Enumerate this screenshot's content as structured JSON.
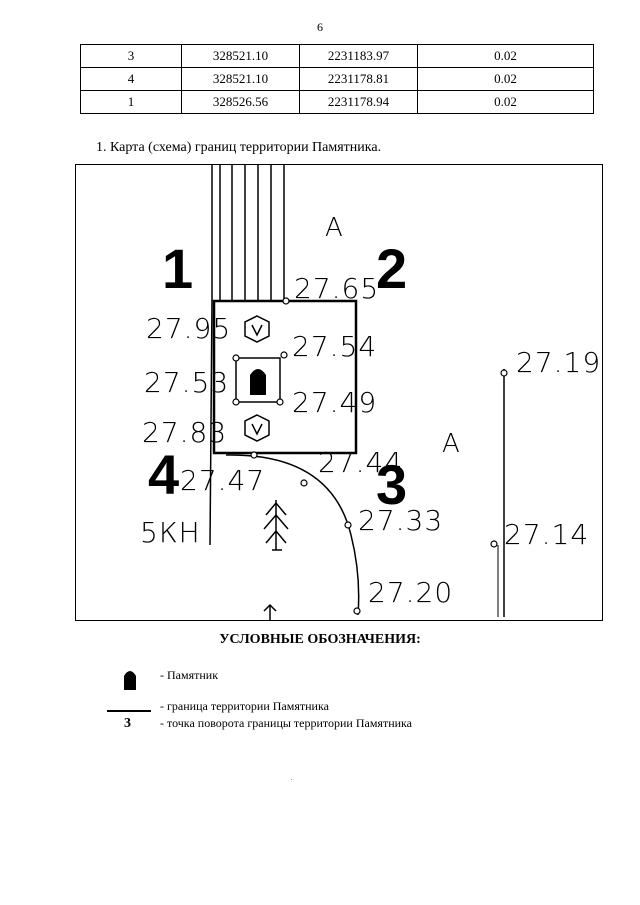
{
  "page_number": "6",
  "table": {
    "rows": [
      [
        "3",
        "328521.10",
        "2231183.97",
        "0.02"
      ],
      [
        "4",
        "328521.10",
        "2231178.81",
        "0.02"
      ],
      [
        "1",
        "328526.56",
        "2231178.94",
        "0.02"
      ]
    ]
  },
  "caption": "1.  Карта (схема) границ территории Памятника.",
  "map": {
    "letter_top": "А",
    "letter_right": "А",
    "points": [
      "1",
      "2",
      "3",
      "4"
    ],
    "elevations": {
      "e2765": "27.65",
      "e2795": "27.95",
      "e2754": "27.54",
      "e2753": "27.53",
      "e2749": "27.49",
      "e2783": "27.83",
      "e2744": "27.44",
      "e2747": "27.47",
      "e2733": "27.33",
      "e2720": "27.20",
      "e2719": "27.19",
      "e2714": "27.14"
    },
    "code_label": "5КН"
  },
  "legend": {
    "title": "УСЛОВНЫЕ ОБОЗНАЧЕНИЯ:",
    "monument": "- Памятник",
    "boundary": "- граница территории Памятника",
    "point_number": "3",
    "turn_point": "- точка поворота границы территории Памятника"
  }
}
